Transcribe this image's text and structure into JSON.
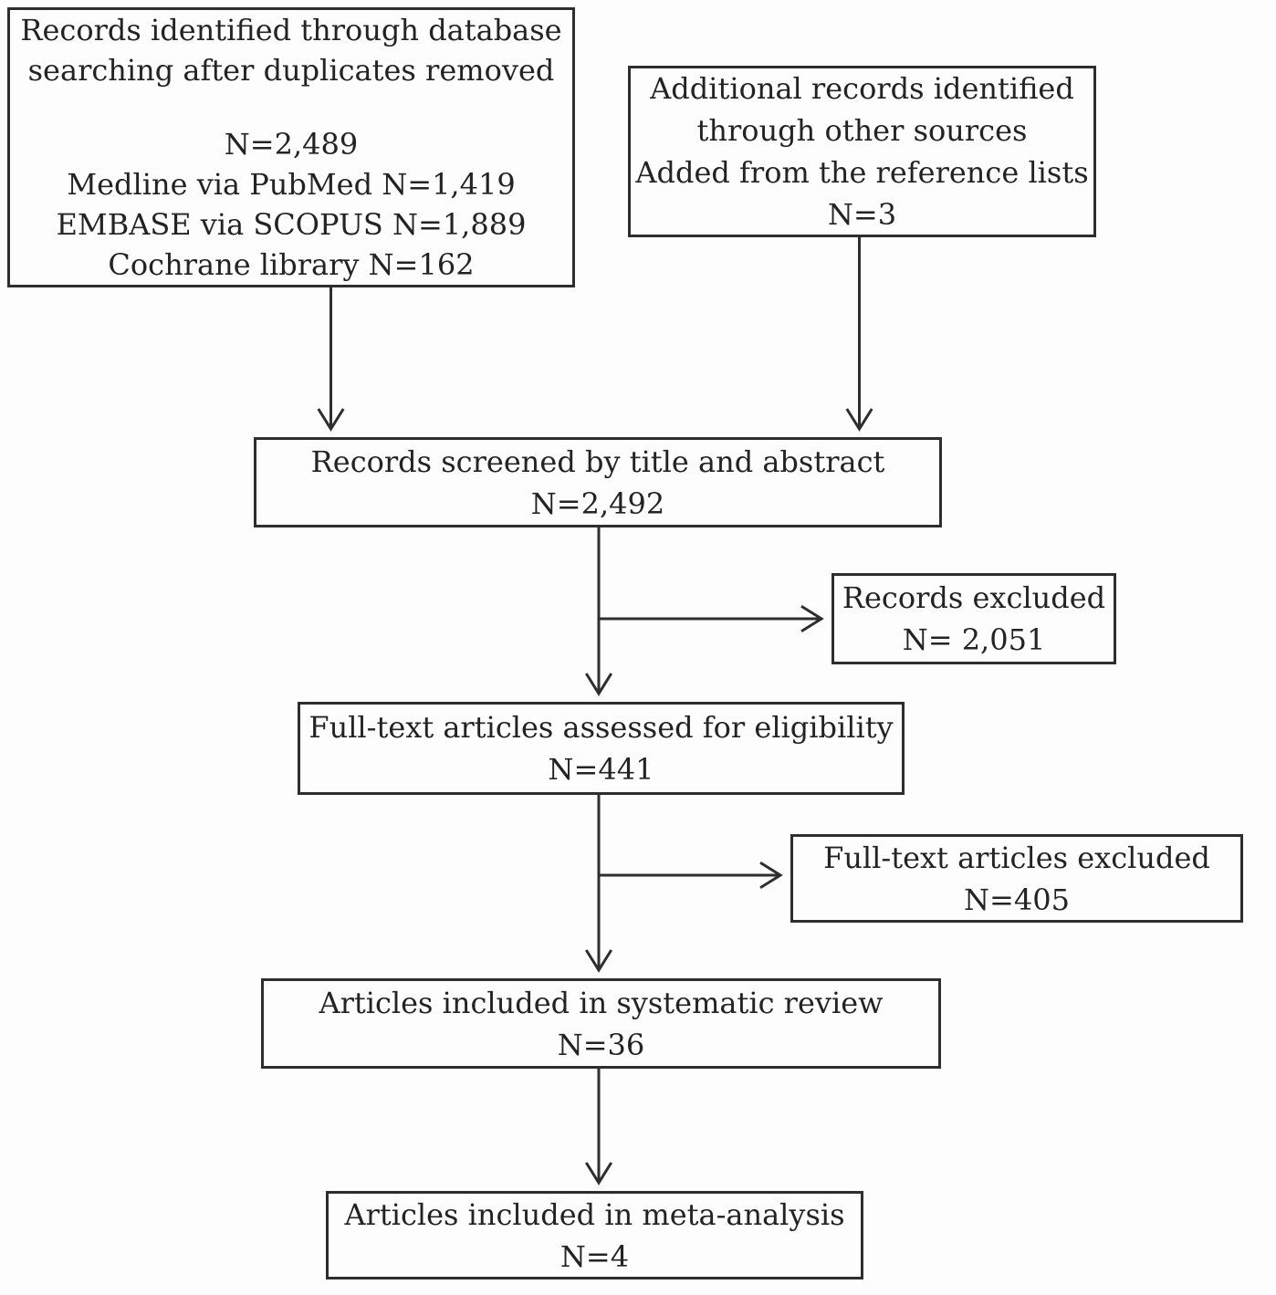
{
  "boxes": {
    "identified": {
      "title_line1": "Records identified through database",
      "title_line2": "searching after duplicates removed",
      "total": "N=2,489",
      "source_medline": "Medline via PubMed N=1,419",
      "source_embase": "EMBASE via SCOPUS N=1,889",
      "source_cochrane": "Cochrane library N=162"
    },
    "additional": {
      "line1": "Additional records identified",
      "line2": "through other sources",
      "line3": "Added from the reference lists",
      "count": "N=3"
    },
    "screened": {
      "line1": "Records screened by title and abstract",
      "count": "N=2,492"
    },
    "records_excluded": {
      "line1": "Records excluded",
      "count": "N= 2,051"
    },
    "fulltext_assessed": {
      "line1": "Full-text articles assessed for eligibility",
      "count": "N=441"
    },
    "fulltext_excluded": {
      "line1": "Full-text articles excluded",
      "count": "N=405"
    },
    "systematic_review": {
      "line1": "Articles included in systematic review",
      "count": "N=36"
    },
    "meta_analysis": {
      "line1": "Articles included in meta-analysis",
      "count": "N=4"
    }
  },
  "colors": {
    "line": "#2e2e2e",
    "text": "#232323",
    "background": "#fdfdfd"
  }
}
